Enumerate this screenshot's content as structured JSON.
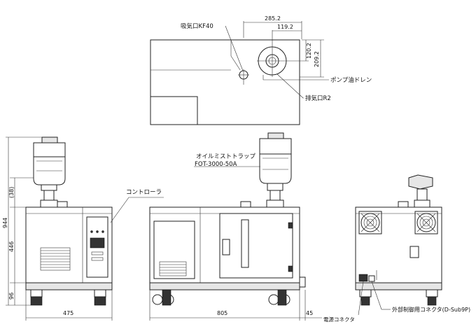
{
  "labels": {
    "intake_port": "吸気口KF40",
    "pump_oil_drain": "ポンプ油ドレン",
    "exhaust_port": "排気口R2",
    "oil_mist_trap_name": "オイルミストトラップ",
    "oil_mist_trap_model": "FOT-3000-50A",
    "controller": "コントローラ",
    "power_connector": "電源コネクタ",
    "external_control_connector": "外部制御用コネクタ(D-Sub9P)"
  },
  "dimensions": {
    "top_width": "285.2",
    "top_offset": "119.2",
    "top_depth": "209.2",
    "top_depth_small": "120.2",
    "overall_height": "944",
    "trap_height": "(38)",
    "body_height": "446",
    "foot_height": "96",
    "side_width": "475",
    "front_width": "805",
    "front_extra": "45"
  }
}
